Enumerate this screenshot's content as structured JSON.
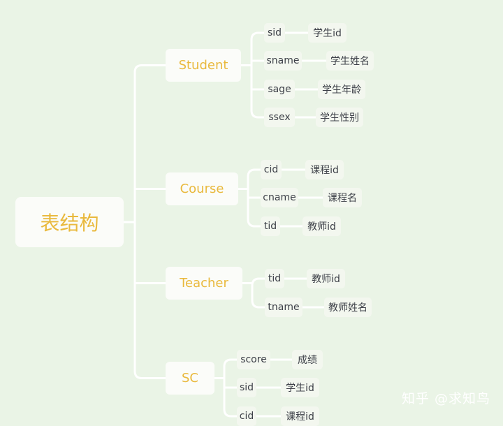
{
  "root": {
    "label": "表结构"
  },
  "tables": [
    {
      "name": "Student",
      "fields": [
        {
          "name": "sid",
          "desc": "学生id"
        },
        {
          "name": "sname",
          "desc": "学生姓名"
        },
        {
          "name": "sage",
          "desc": "学生年龄"
        },
        {
          "name": "ssex",
          "desc": "学生性别"
        }
      ]
    },
    {
      "name": "Course",
      "fields": [
        {
          "name": "cid",
          "desc": "课程id"
        },
        {
          "name": "cname",
          "desc": "课程名"
        },
        {
          "name": "tid",
          "desc": "教师id"
        }
      ]
    },
    {
      "name": "Teacher",
      "fields": [
        {
          "name": "tid",
          "desc": "教师id"
        },
        {
          "name": "tname",
          "desc": "教师姓名"
        }
      ]
    },
    {
      "name": "SC",
      "fields": [
        {
          "name": "score",
          "desc": "成绩"
        },
        {
          "name": "sid",
          "desc": "学生id"
        },
        {
          "name": "cid",
          "desc": "课程id"
        }
      ]
    }
  ],
  "watermark": "知乎 @求知鸟",
  "colors": {
    "background": "#eaf4e6",
    "node": "#fbfcf9",
    "accent": "#e9b93d",
    "link": "#ffffff",
    "text": "#3d4048"
  }
}
